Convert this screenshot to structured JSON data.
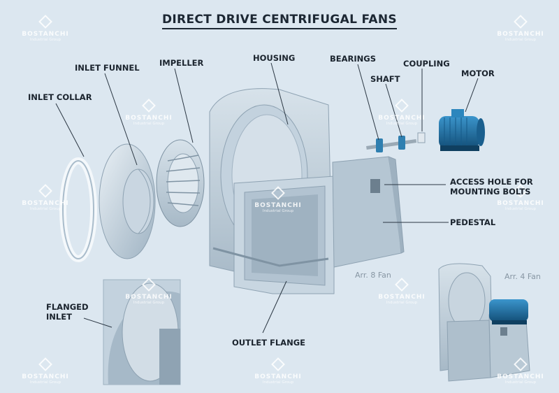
{
  "title": "DIRECT DRIVE CENTRIFUGAL FANS",
  "labels": {
    "inlet_collar": "INLET COLLAR",
    "inlet_funnel": "INLET FUNNEL",
    "impeller": "IMPELLER",
    "housing": "HOUSING",
    "bearings": "BEARINGS",
    "shaft": "SHAFT",
    "coupling": "COUPLING",
    "motor": "MOTOR",
    "access_hole": "ACCESS HOLE FOR\nMOUNTING BOLTS",
    "pedestal": "PEDESTAL",
    "flanged_inlet": "FLANGED\nINLET",
    "outlet_flange": "OUTLET FLANGE"
  },
  "arrangements": {
    "arr8": "Arr. 8 Fan",
    "arr4": "Arr. 4 Fan"
  },
  "watermark": {
    "name": "BOSTANCHI",
    "sub": "Industrial Group"
  },
  "colors": {
    "background": "#dce7f0",
    "steel": "#b9c9d6",
    "motor_blue": "#1f6fa3",
    "text": "#1a232d"
  }
}
